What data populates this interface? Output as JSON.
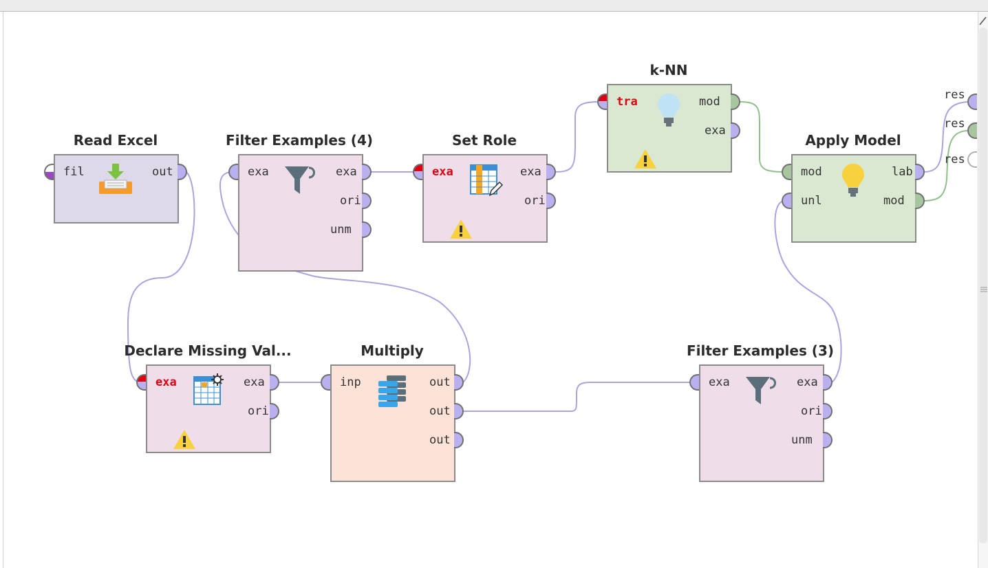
{
  "colors": {
    "wire_example": "#a9a3e0",
    "wire_model": "#8fbf8a",
    "port_example": "#b9b1ef",
    "port_model": "#a7c6a0",
    "port_file": "#9b49c2",
    "port_required": "#e0000f",
    "op_data": "#efdde9",
    "op_model": "#dbe8d1",
    "op_io": "#ddd9e9",
    "op_utility": "#fde3d7",
    "label_required": "#e0000f"
  },
  "operators": {
    "read_excel": {
      "title": "Read Excel",
      "in_ports": [
        "fil"
      ],
      "out_ports": [
        "out"
      ],
      "icon": "download-tray-icon"
    },
    "filter4": {
      "title": "Filter Examples (4)",
      "in_ports": [
        "exa"
      ],
      "out_ports": [
        "exa",
        "ori",
        "unm"
      ],
      "icon": "funnel-icon"
    },
    "set_role": {
      "title": "Set Role",
      "in_ports": [
        "exa"
      ],
      "out_ports": [
        "exa",
        "ori"
      ],
      "icon": "table-edit-icon",
      "warning": true
    },
    "knn": {
      "title": "k-NN",
      "in_ports": [
        "tra"
      ],
      "out_ports": [
        "mod",
        "exa"
      ],
      "icon": "lightbulb-icon",
      "warning": true
    },
    "apply_model": {
      "title": "Apply Model",
      "in_ports": [
        "mod",
        "unl"
      ],
      "out_ports": [
        "lab",
        "mod"
      ],
      "icon": "lightbulb-icon"
    },
    "declare_missing": {
      "title": "Declare Missing Val...",
      "in_ports": [
        "exa"
      ],
      "out_ports": [
        "exa",
        "ori"
      ],
      "icon": "table-gear-icon",
      "warning": true
    },
    "multiply": {
      "title": "Multiply",
      "in_ports": [
        "inp"
      ],
      "out_ports": [
        "out",
        "out",
        "out"
      ],
      "icon": "stack-icon"
    },
    "filter3": {
      "title": "Filter Examples (3)",
      "in_ports": [
        "exa"
      ],
      "out_ports": [
        "exa",
        "ori",
        "unm"
      ],
      "icon": "funnel-icon"
    }
  },
  "result_ports": [
    "res",
    "res",
    "res"
  ]
}
